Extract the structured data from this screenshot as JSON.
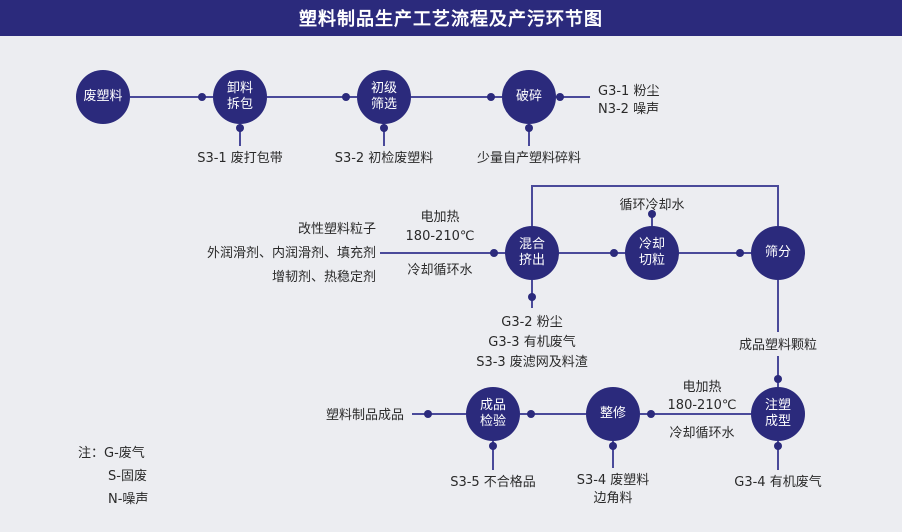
{
  "title": "塑料制品生产工艺流程及产污环节图",
  "nodes": {
    "waste_plastic": [
      "废塑料"
    ],
    "unload": [
      "卸料",
      "拆包"
    ],
    "screen": [
      "初级",
      "筛选"
    ],
    "crush": [
      "破碎"
    ],
    "extrude": [
      "混合",
      "挤出"
    ],
    "cool_cut": [
      "冷却",
      "切粒"
    ],
    "sieve": [
      "筛分"
    ],
    "mold": [
      "注塑",
      "成型"
    ],
    "trim": [
      "整修"
    ],
    "inspect": [
      "成品",
      "检验"
    ]
  },
  "labels": {
    "s3_1": "S3-1 废打包带",
    "s3_2": "S3-2 初检废塑料",
    "crush_output": "少量自产塑料碎料",
    "crush_emissions": [
      "G3-1 粉尘",
      "N3-2 噪声"
    ],
    "extrude_inputs": [
      "改性塑料粒子",
      "外润滑剂、内润滑剂、填充剂",
      "增韧剂、热稳定剂"
    ],
    "extrude_conditions": [
      "电加热",
      "180-210℃",
      "冷却循环水"
    ],
    "cooling_loop": "循环冷却水",
    "extrude_emissions": [
      "G3-2 粉尘",
      "G3-3 有机废气",
      "S3-3 废滤网及料渣"
    ],
    "granules": "成品塑料颗粒",
    "mold_conditions": [
      "电加热",
      "180-210℃",
      "冷却循环水"
    ],
    "g3_4": "G3-4 有机废气",
    "s3_4": [
      "S3-4 废塑料",
      "边角料"
    ],
    "s3_5": "S3-5 不合格品",
    "product": "塑料制品成品"
  },
  "legend": {
    "heading": "注：",
    "items": [
      "G-废气",
      "S-固废",
      "N-噪声"
    ]
  },
  "colors": {
    "node": "#2b2a7c",
    "line": "#4a4a9a",
    "title_bg": "#2b2a7c",
    "background": "#ecedf1"
  }
}
